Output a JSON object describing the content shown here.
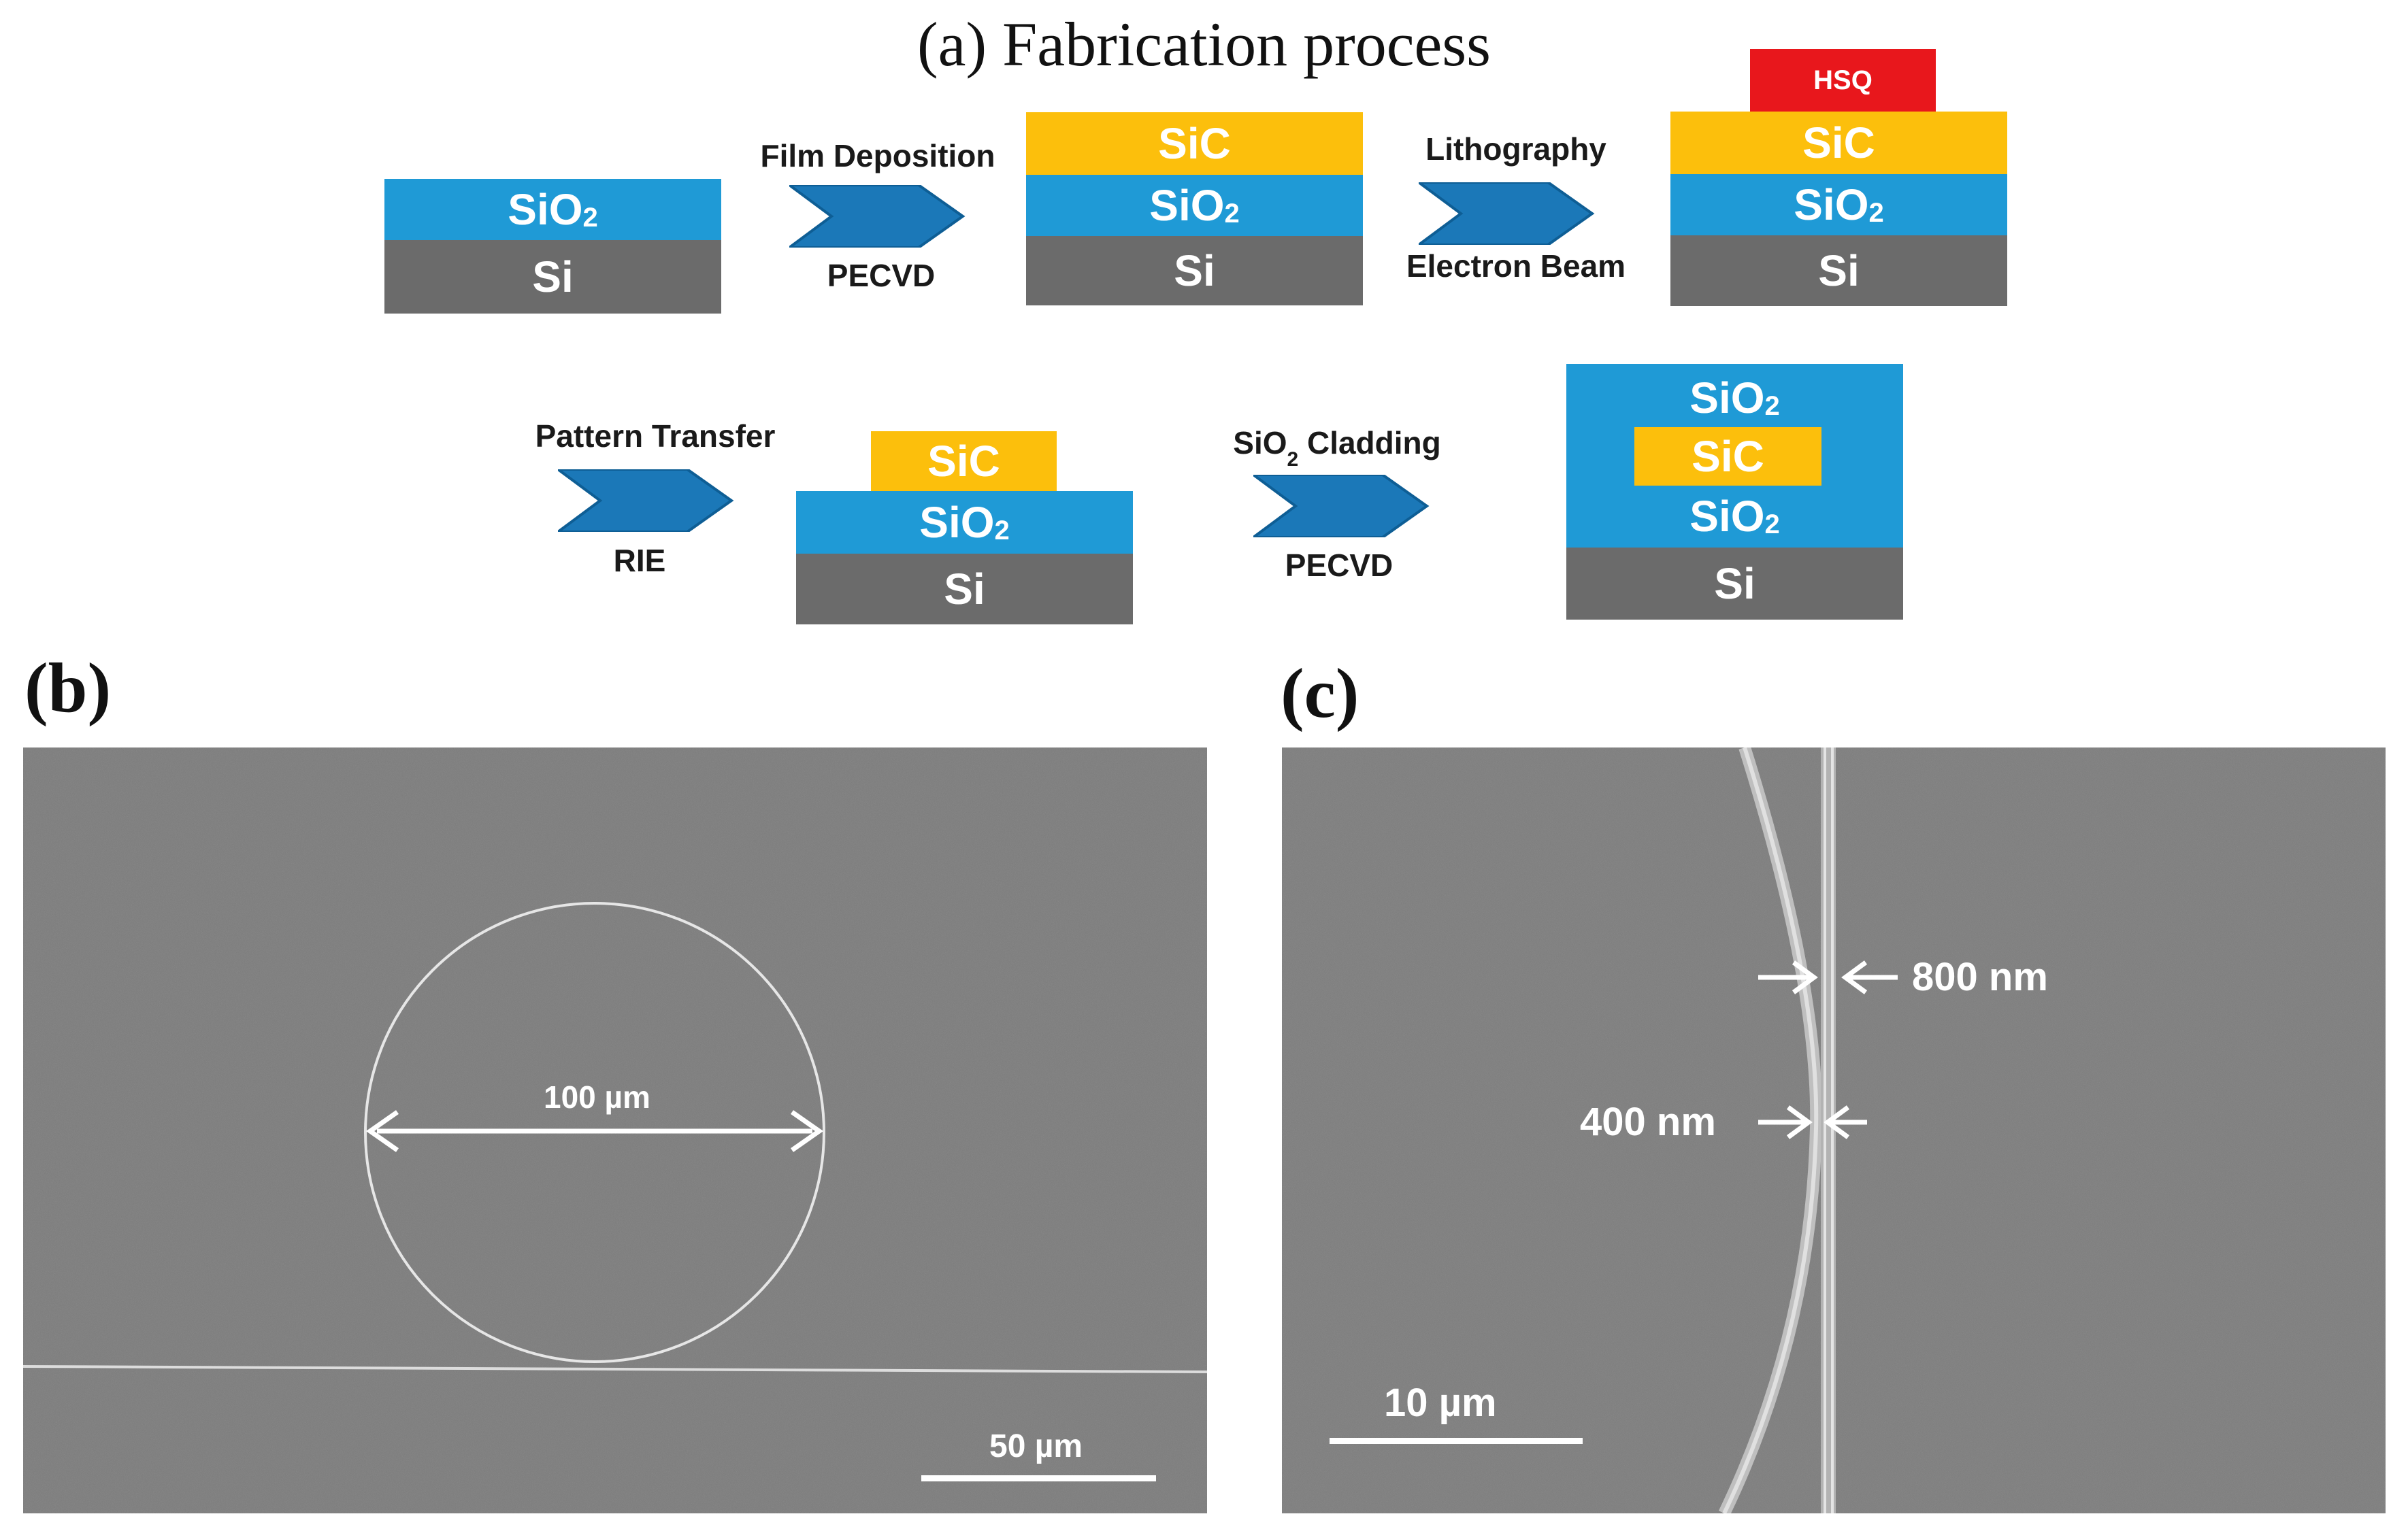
{
  "panel_a": {
    "title": "(a) Fabrication process",
    "layers": {
      "si": "Si",
      "sio2": "SiO",
      "sio2_sub": "2",
      "sic": "SiC",
      "hsq": "HSQ"
    },
    "steps": {
      "film_deposition": "Film Deposition",
      "pecvd_1": "PECVD",
      "lithography": "Lithography",
      "electron_beam": "Electron Beam",
      "pattern_transfer": "Pattern Transfer",
      "rie": "RIE",
      "sio2_cladding_prefix": "SiO",
      "sio2_cladding_sub": "2",
      "sio2_cladding_suffix": " Cladding",
      "pecvd_2": "PECVD"
    },
    "colors": {
      "si": "#6b6b6b",
      "sio2": "#1f9ad6",
      "sic": "#fcbf0c",
      "hsq": "#e8171c",
      "arrow": "#1b78b8"
    }
  },
  "panel_b": {
    "letter": "(b)",
    "diameter_label": "100 µm",
    "scale_bar_label": "50 µm"
  },
  "panel_c": {
    "letter": "(c)",
    "gap_label": "800 nm",
    "width_label": "400 nm",
    "scale_bar_label": "10 µm"
  }
}
